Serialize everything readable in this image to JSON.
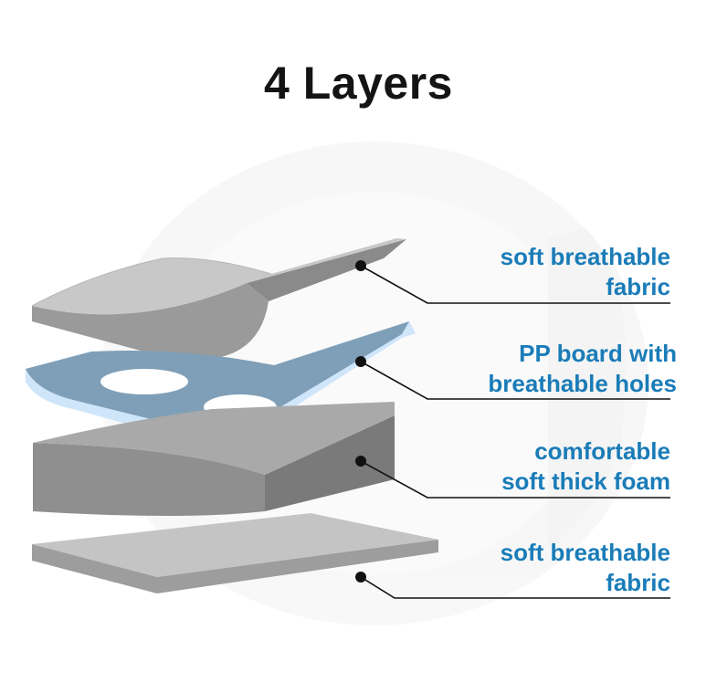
{
  "title": "4 Layers",
  "layers": [
    {
      "line1": "soft breathable",
      "line2": "fabric"
    },
    {
      "line1": "PP board with",
      "line2": "breathable holes"
    },
    {
      "line1": "comfortable",
      "line2": "soft thick foam"
    },
    {
      "line1": "soft breathable",
      "line2": "fabric"
    }
  ],
  "colors": {
    "title": "#141414",
    "label": "#1a7cb8",
    "fabric_top": "#c8c8c8",
    "pp_board": "#7f9fb8",
    "pp_edge": "#cfe6fa",
    "foam_top": "#a9a9a9",
    "leader_line": "#111111"
  }
}
